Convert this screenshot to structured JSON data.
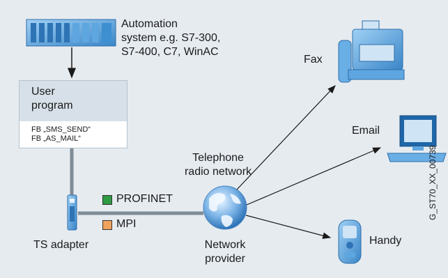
{
  "plc": {
    "line1": "Automation",
    "line2": "system e.g. S7-300,",
    "line3": "S7-400, C7, WinAC"
  },
  "user_program": {
    "title_line1": "User",
    "title_line2": "program",
    "fb1": "FB „SMS_SEND“",
    "fb2": "FB „AS_MAIL“"
  },
  "ts_adapter": "TS adapter",
  "legend": [
    {
      "label": "PROFINET",
      "color": "#2e9a44"
    },
    {
      "label": "MPI",
      "color": "#f0a35c"
    }
  ],
  "network": {
    "top_line1": "Telephone",
    "top_line2": "radio network",
    "bottom_line1": "Network",
    "bottom_line2": "provider"
  },
  "endpoints": {
    "fax": "Fax",
    "email": "Email",
    "handy": "Handy"
  },
  "doc_id": "G_ST70_XX_00739",
  "colors": {
    "background": "#e6ebf0",
    "cable": "#7f8c96",
    "device_blue": "#3d8fd0",
    "device_light": "#a8cfee"
  }
}
